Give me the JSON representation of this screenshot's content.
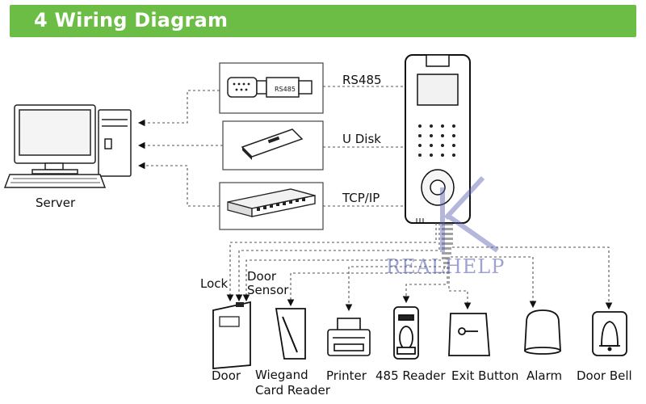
{
  "header": {
    "title": "4 Wiring Diagram"
  },
  "connections": {
    "rs485": "RS485",
    "udisk": "U Disk",
    "tcpip": "TCP/IP"
  },
  "devices": {
    "server": "Server",
    "lock": "Lock",
    "door_sensor_1": "Door",
    "door_sensor_2": "Sensor",
    "door": "Door",
    "wiegand_1": "Wiegand",
    "wiegand_2": "Card Reader",
    "printer": "Printer",
    "reader485": "485 Reader",
    "exit_button": "Exit Button",
    "alarm": "Alarm",
    "door_bell": "Door Bell"
  },
  "converter_label": "RS485",
  "watermark": "REALHELP",
  "colors": {
    "banner": "#6cbd45",
    "watermark": "#4f57a8"
  }
}
